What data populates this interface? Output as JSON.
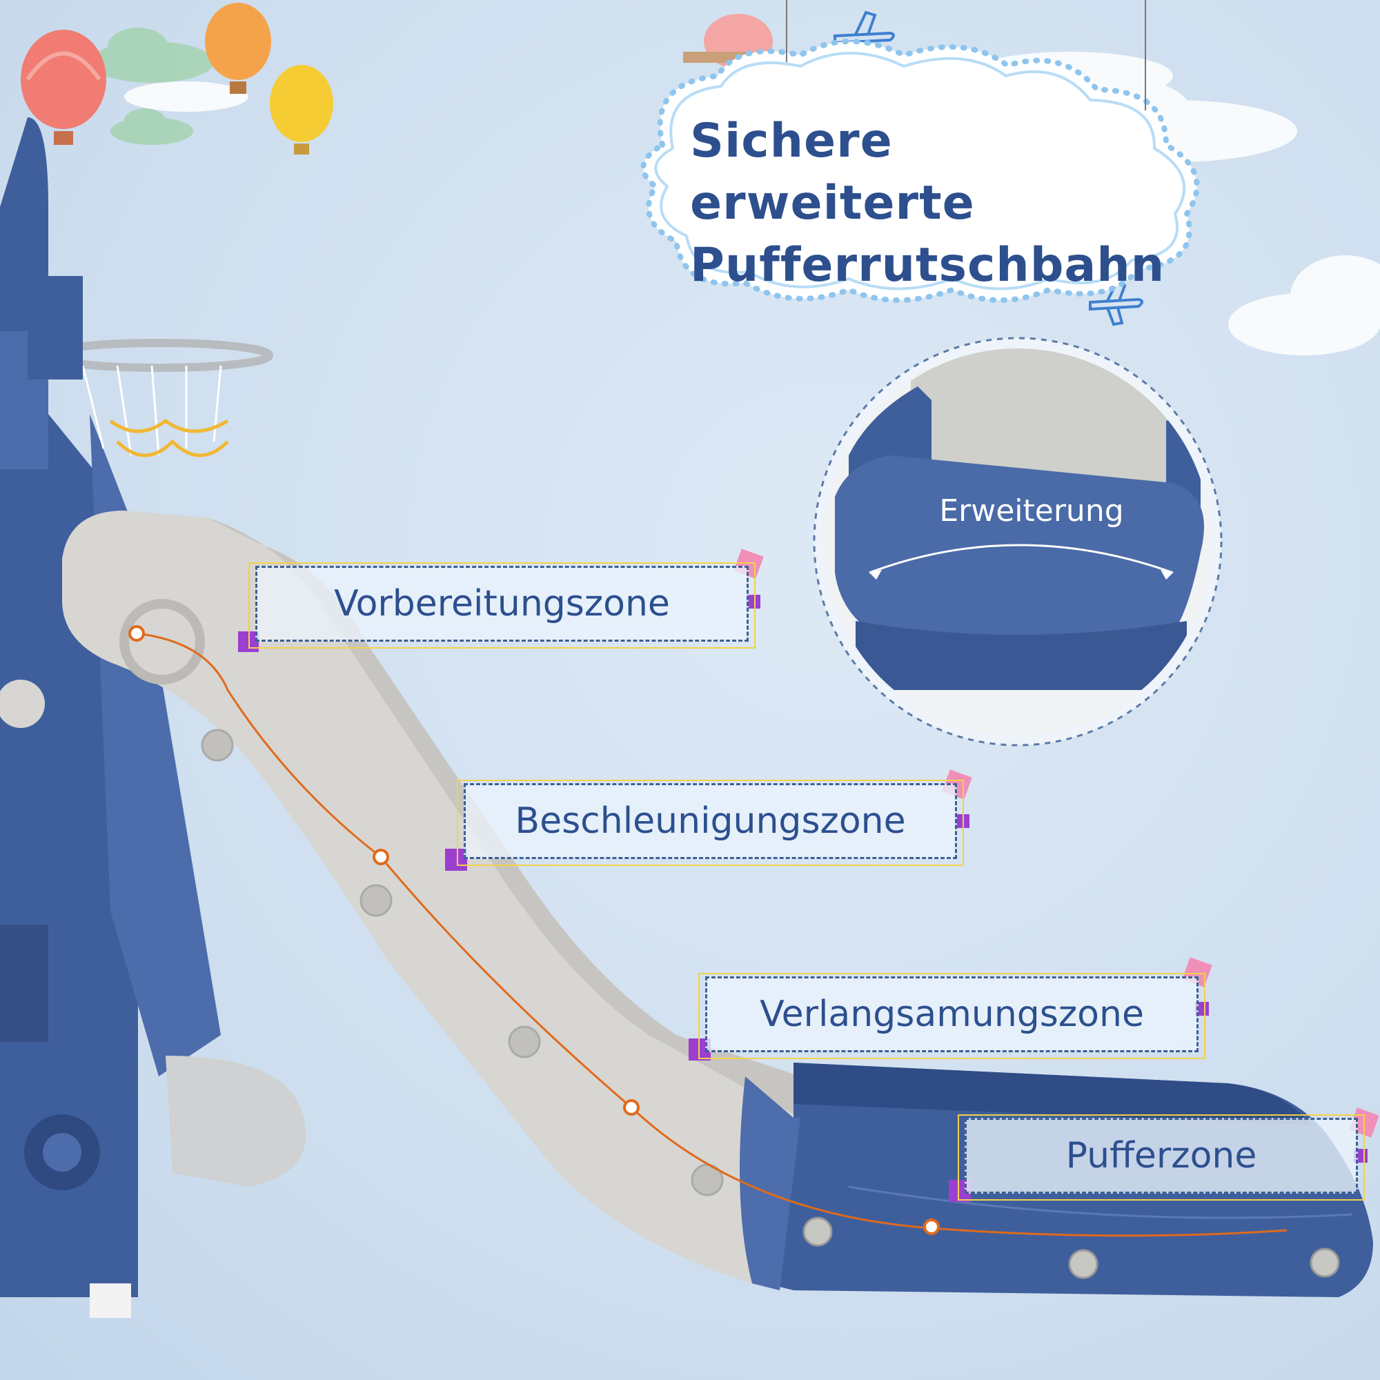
{
  "title": {
    "line1": "Sichere erweiterte",
    "line2": "Pufferrutschbahn"
  },
  "detail": {
    "label": "Erweiterung"
  },
  "zones": [
    {
      "label": "Vorbereitungszone"
    },
    {
      "label": "Beschleunigungszone"
    },
    {
      "label": "Verlangsamungszone"
    },
    {
      "label": "Pufferzone"
    }
  ],
  "colors": {
    "background": "#cfdfef",
    "slide_blue": "#3f5f9c",
    "slide_grey": "#d8d6d2",
    "text_blue": "#2d4f8e",
    "path_orange": "#e06a1c",
    "puzzle_purple": "#9b3fd0",
    "puzzle_pink": "#f08fb8"
  }
}
